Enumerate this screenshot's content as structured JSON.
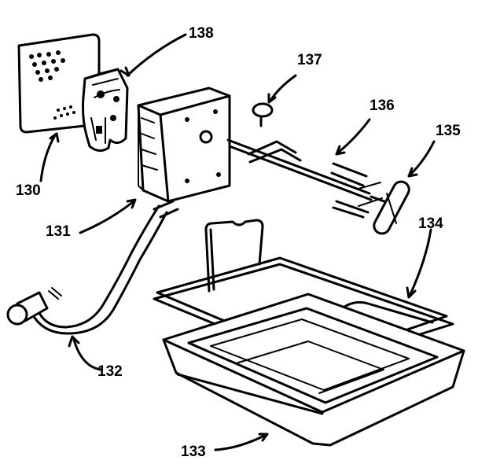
{
  "callouts": [
    {
      "id": "138",
      "label": "138"
    },
    {
      "id": "137",
      "label": "137"
    },
    {
      "id": "136",
      "label": "136"
    },
    {
      "id": "135",
      "label": "135"
    },
    {
      "id": "134",
      "label": "134"
    },
    {
      "id": "130",
      "label": "130"
    },
    {
      "id": "131",
      "label": "131"
    },
    {
      "id": "132",
      "label": "132"
    },
    {
      "id": "133",
      "label": "133"
    }
  ]
}
